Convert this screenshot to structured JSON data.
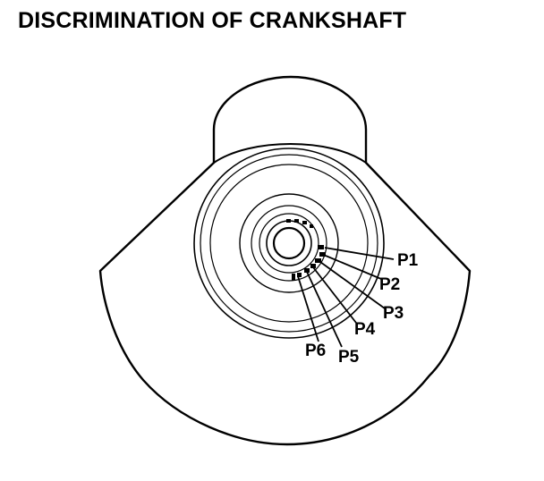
{
  "title": "DISCRIMINATION OF CRANKSHAFT",
  "labels": {
    "p1": "P1",
    "p2": "P2",
    "p3": "P3",
    "p4": "P4",
    "p5": "P5",
    "p6": "P6"
  },
  "colors": {
    "ink": "#000000",
    "paper": "#ffffff"
  }
}
